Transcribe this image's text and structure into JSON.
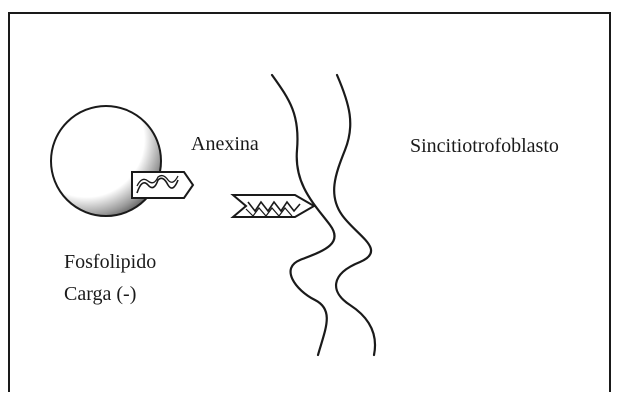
{
  "labels": {
    "anexina": "Anexina",
    "sincitio": "Sincitiotrofoblasto",
    "fosfolipido": "Fosfolipido",
    "carga": "Carga (-)"
  },
  "colors": {
    "ink": "#1a1a1a",
    "background": "#ffffff"
  }
}
